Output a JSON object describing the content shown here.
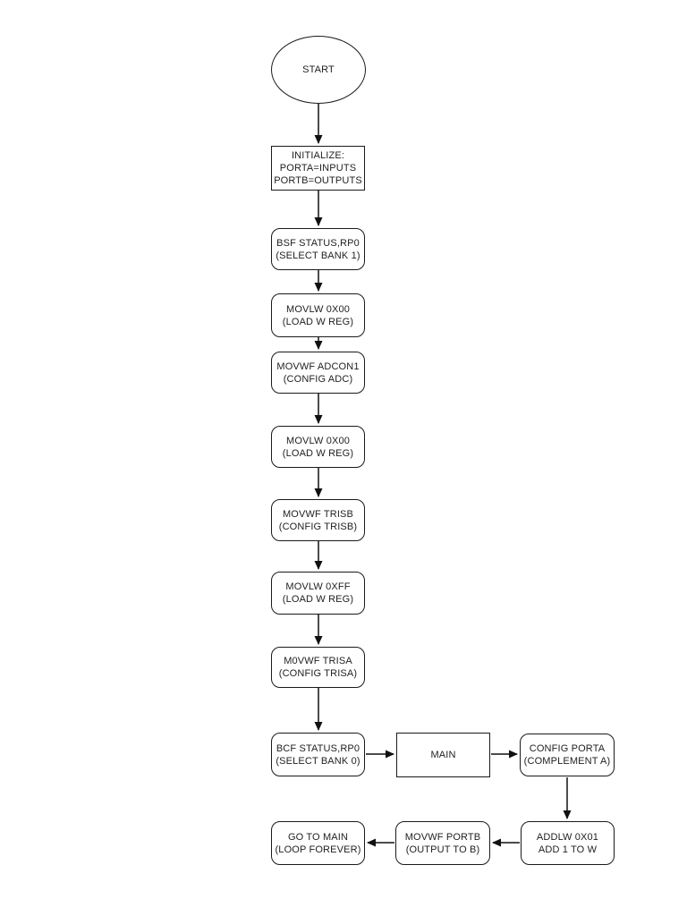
{
  "diagram": {
    "description": "PIC assembly program flowchart",
    "nodes": {
      "start": {
        "shape": "ellipse",
        "lines": [
          "START"
        ]
      },
      "initialize": {
        "shape": "rect",
        "lines": [
          "INITIALIZE:",
          "PORTA=INPUTS",
          "PORTB=OUTPUTS"
        ]
      },
      "bsf": {
        "shape": "rounded",
        "lines": [
          "BSF STATUS,RP0",
          "(SELECT BANK 1)"
        ]
      },
      "movlw1": {
        "shape": "rounded",
        "lines": [
          "MOVLW 0X00",
          "(LOAD W REG)"
        ]
      },
      "adcon1": {
        "shape": "rounded",
        "lines": [
          "MOVWF ADCON1",
          "(CONFIG ADC)"
        ]
      },
      "movlw2": {
        "shape": "rounded",
        "lines": [
          "MOVLW 0X00",
          "(LOAD W REG)"
        ]
      },
      "trisb": {
        "shape": "rounded",
        "lines": [
          "MOVWF TRISB",
          "(CONFIG TRISB)"
        ]
      },
      "movlw3": {
        "shape": "rounded",
        "lines": [
          "MOVLW 0XFF",
          "(LOAD W REG)"
        ]
      },
      "trisa": {
        "shape": "rounded",
        "lines": [
          "M0VWF TRISA",
          "(CONFIG TRISA)"
        ]
      },
      "bcf": {
        "shape": "rounded",
        "lines": [
          "BCF STATUS,RP0",
          "(SELECT BANK 0)"
        ]
      },
      "main": {
        "shape": "rect",
        "lines": [
          "MAIN"
        ]
      },
      "porta": {
        "shape": "rounded",
        "lines": [
          "CONFIG PORTA",
          "(COMPLEMENT A)"
        ]
      },
      "addlw": {
        "shape": "rounded",
        "lines": [
          "ADDLW 0X01",
          "ADD 1 TO W"
        ]
      },
      "portb": {
        "shape": "rounded",
        "lines": [
          "MOVWF PORTB",
          "(OUTPUT TO B)"
        ]
      },
      "gotomain": {
        "shape": "rounded",
        "lines": [
          "GO TO MAIN",
          "(LOOP FOREVER)"
        ]
      }
    },
    "edges": [
      "start->initialize",
      "initialize->bsf",
      "bsf->movlw1",
      "movlw1->adcon1",
      "adcon1->movlw2",
      "movlw2->trisb",
      "trisb->movlw3",
      "movlw3->trisa",
      "trisa->bcf",
      "bcf->main",
      "main->porta",
      "porta->addlw",
      "addlw->portb",
      "portb->gotomain"
    ],
    "colors": {
      "stroke": "#1a1a1a",
      "background": "#ffffff",
      "text": "#1f1f1f"
    }
  }
}
